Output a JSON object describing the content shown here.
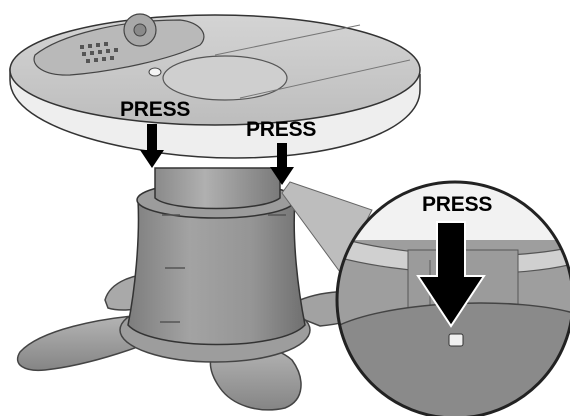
{
  "callouts": {
    "left_label": "PRESS",
    "right_label": "PRESS",
    "zoom_label": "PRESS"
  },
  "colors": {
    "tray_top": "#c9c9c9",
    "tray_rim": "#ececec",
    "pedestal": "#8e8e8e",
    "base_legs": "#9a9a9a",
    "zoom_fill": "#a5a5a5",
    "arrow": "#000000"
  },
  "icons": [
    "press-arrow-icon",
    "zoom-arrow-icon"
  ]
}
